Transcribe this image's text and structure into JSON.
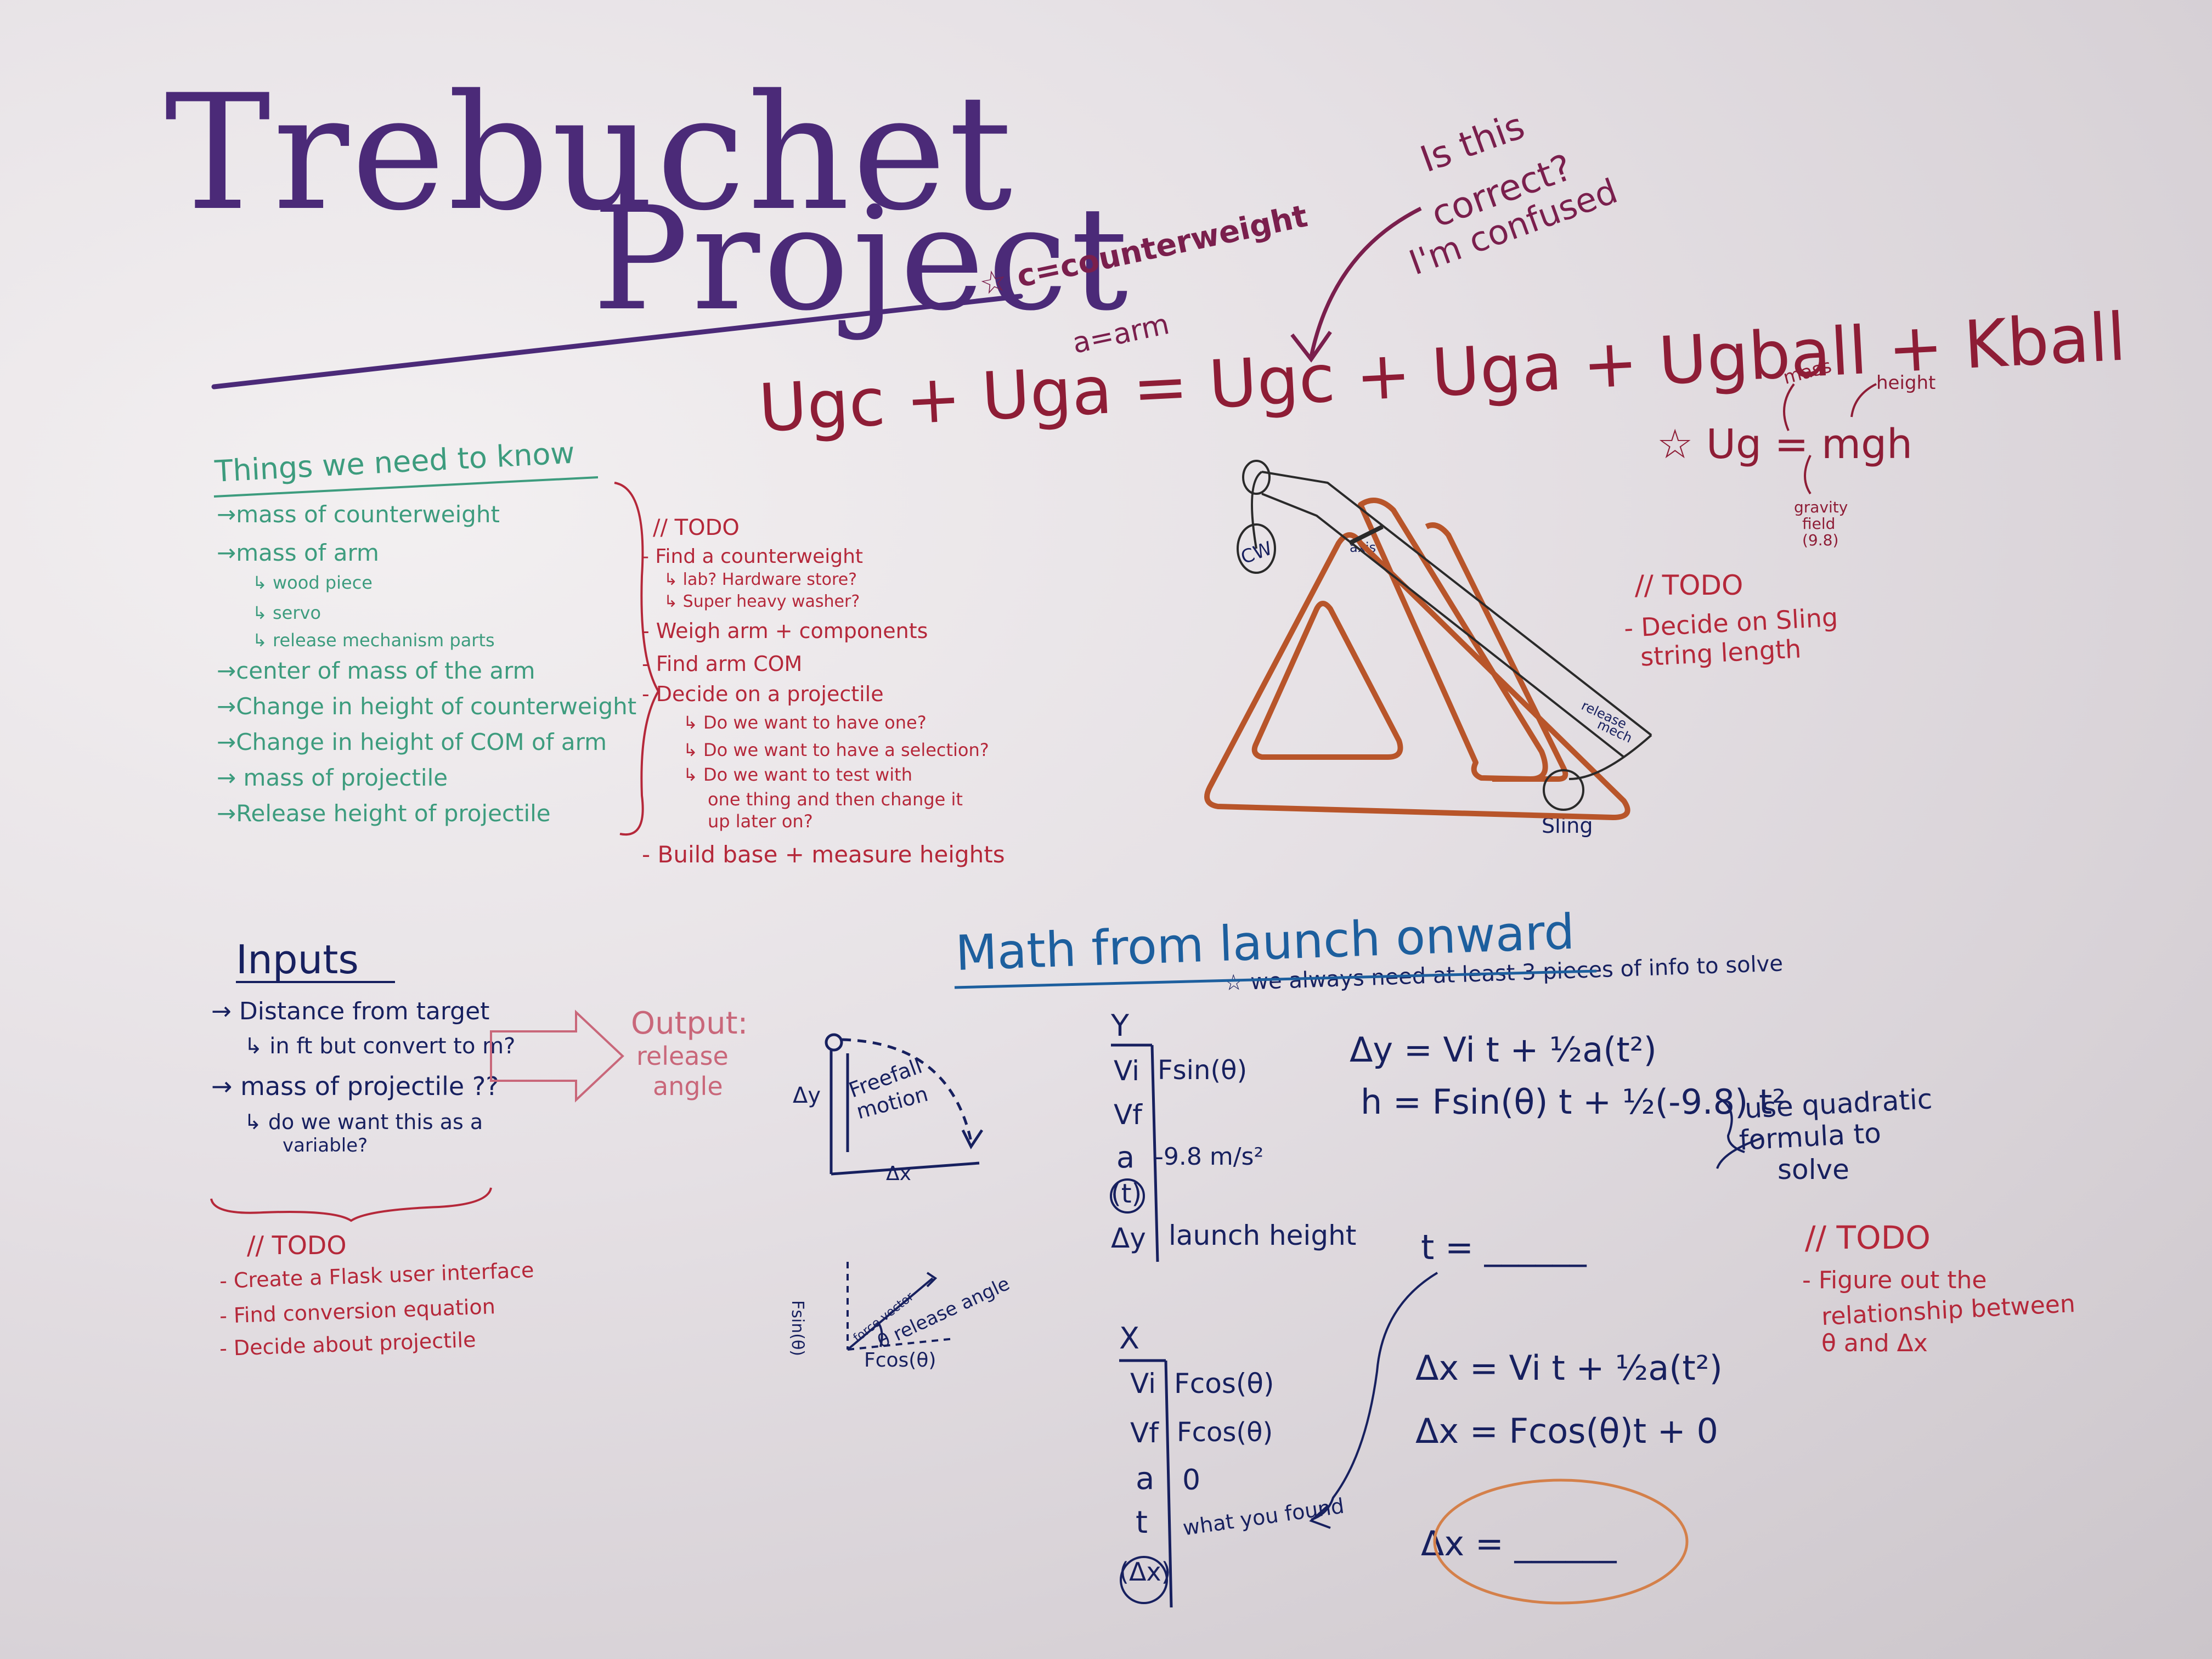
{
  "title": {
    "line1": "Trebuchet",
    "line2": "Project"
  },
  "legend_note": {
    "line1": "☆ c=counterweight",
    "line2": "a=arm"
  },
  "question_note": {
    "line1": "Is this",
    "line2": "correct?",
    "line3": "I'm confused"
  },
  "main_equation": "Ugc + Uga = Ugc + Uga + Ugball + Kball",
  "ug_note": {
    "formula": "☆ Ug = mgh",
    "mass": "mass",
    "height": "height",
    "gravity": "gravity",
    "field": "field",
    "value": "(9.8)"
  },
  "things_to_know": {
    "heading": "Things we need to know",
    "items": [
      "→mass of counterweight",
      "→mass of arm",
      "↳ wood piece",
      "↳ servo",
      "↳ release mechanism parts",
      "→center of mass of the arm",
      "→Change in height of counterweight",
      "→Change in height of COM of arm",
      "→ mass of projectile",
      "→Release height of projectile"
    ]
  },
  "todo_top": {
    "heading": "// TODO",
    "items": [
      "- Find a counterweight",
      "↳ lab? Hardware store?",
      "↳ Super heavy washer?",
      "- Weigh arm + components",
      "- Find arm COM",
      "- Decide on a projectile",
      "↳ Do we want to have one?",
      "↳ Do we want to have a selection?",
      "↳ Do we want to test with",
      "one thing and then change it",
      "up later on?",
      "- Build base + measure heights"
    ]
  },
  "diagram_labels": {
    "cw": "CW",
    "axis": "axis",
    "release": "release",
    "mech": "mech",
    "sling": "Sling"
  },
  "todo_sling": {
    "heading": "// TODO",
    "line1": "- Decide on Sling",
    "line2": "string length"
  },
  "inputs": {
    "heading": "Inputs",
    "items": [
      "→ Distance from target",
      "↳ in ft but convert to m?",
      "→ mass of projectile ??",
      "↳ do we want this as a",
      "variable?"
    ]
  },
  "output": {
    "label": "Output:",
    "line1": "release",
    "line2": "angle"
  },
  "todo_inputs": {
    "heading": "// TODO",
    "items": [
      "- Create a Flask user interface",
      "- Find conversion equation",
      "- Decide about projectile"
    ]
  },
  "math": {
    "heading": "Math from launch onward",
    "note": "☆ we always need at least 3 pieces of info to solve",
    "freefall": {
      "dy": "Δy",
      "label1": "Freefall",
      "label2": "motion",
      "dx": "Δx"
    },
    "force": {
      "fsin": "Fsin(θ)",
      "vector": "force vector",
      "angle": "θ release angle",
      "fcos": "Fcos(θ)"
    },
    "y_table": {
      "header": "Y",
      "rows": [
        {
          "var": "Vi",
          "val": "Fsin(θ)"
        },
        {
          "var": "Vf",
          "val": ""
        },
        {
          "var": "a",
          "val": "-9.8 m/s²"
        },
        {
          "var": "(t)",
          "val": ""
        },
        {
          "var": "Δy",
          "val": "launch height"
        }
      ]
    },
    "x_table": {
      "header": "X",
      "rows": [
        {
          "var": "Vi",
          "val": "Fcos(θ)"
        },
        {
          "var": "Vf",
          "val": "Fcos(θ)"
        },
        {
          "var": "a",
          "val": "0"
        },
        {
          "var": "t",
          "val": "what you found"
        },
        {
          "var": "(Δx)",
          "val": ""
        }
      ]
    },
    "eq_y1": "Δy = Vi t + ½a(t²)",
    "eq_y2": "h = Fsin(θ) t + ½(-9.8) t²",
    "quadratic": {
      "line1": "use quadratic",
      "line2": "formula to",
      "line3": "solve"
    },
    "t_blank": "t = ______",
    "eq_x1": "Δx = Vi t + ½a(t²)",
    "eq_x2": "Δx = Fcos(θ)t + 0",
    "dx_blank": "Δx = ______"
  },
  "todo_theta": {
    "heading": "// TODO",
    "line1": "- Figure out the",
    "line2": "relationship between",
    "line3": "θ and Δx"
  }
}
